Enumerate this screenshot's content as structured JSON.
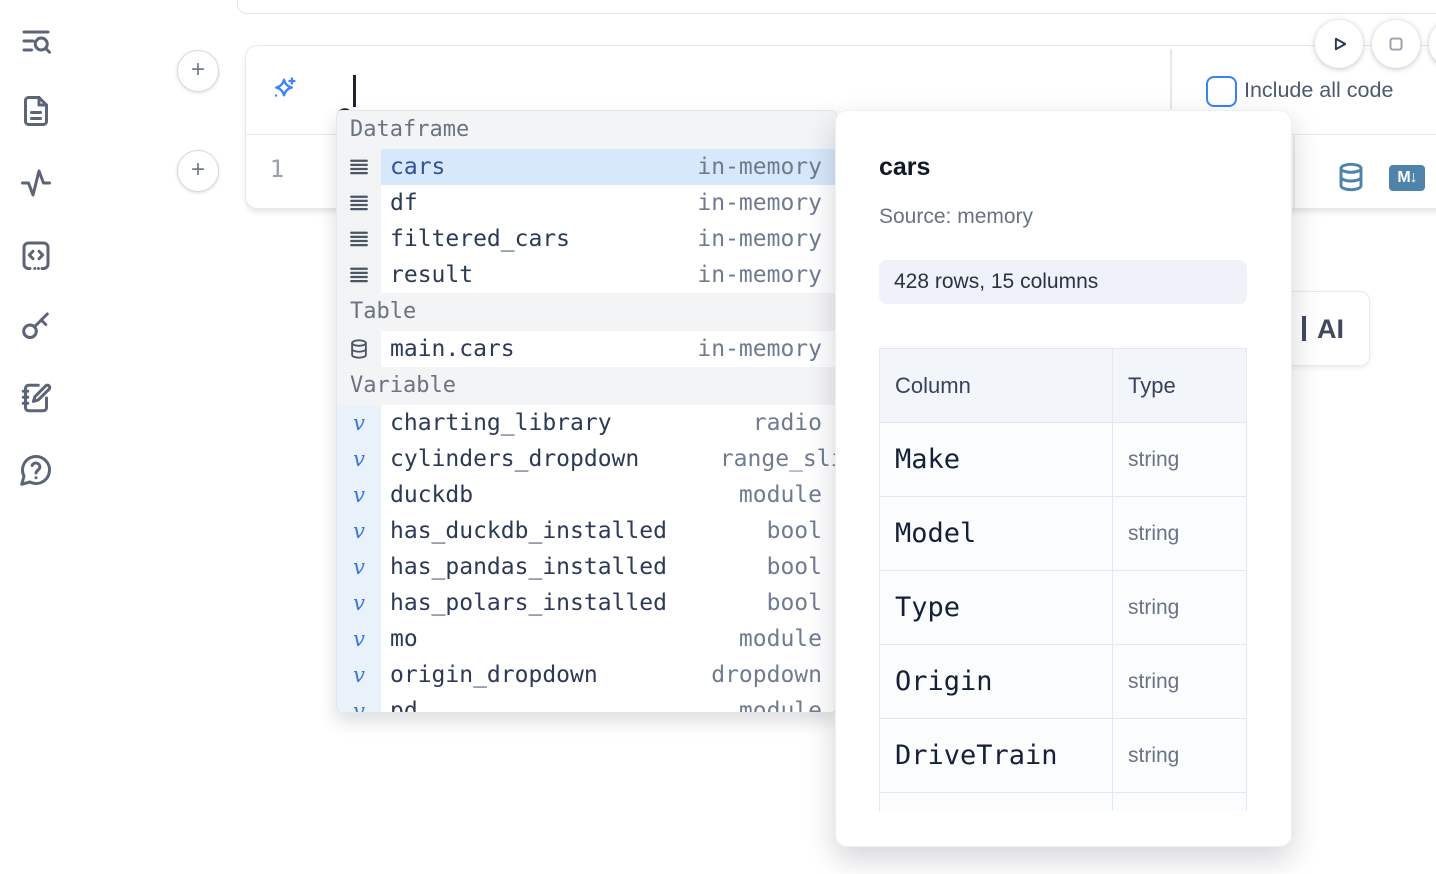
{
  "colors": {
    "accent_blue": "#3b82f6",
    "steel_icon_blue": "#4e84aa",
    "selection_bg": "#d8e8fb",
    "slate_text": "#4b5a6f"
  },
  "sidebar": {
    "items": [
      {
        "id": "search",
        "icon": "list-search-icon"
      },
      {
        "id": "files",
        "icon": "file-text-icon"
      },
      {
        "id": "logs",
        "icon": "activity-icon"
      },
      {
        "id": "snippets",
        "icon": "snippets-icon"
      },
      {
        "id": "secrets",
        "icon": "key-icon"
      },
      {
        "id": "scratchpad",
        "icon": "scratchpad-icon"
      },
      {
        "id": "help",
        "icon": "help-icon"
      }
    ]
  },
  "run_controls": {
    "buttons": [
      {
        "id": "run",
        "icon": "play-icon"
      },
      {
        "id": "stop",
        "icon": "stop-icon"
      },
      {
        "id": "partial",
        "icon": ""
      }
    ]
  },
  "controls": {
    "add_cell_label": "+"
  },
  "prompt_cell": {
    "input": {
      "value": "@",
      "icon": "sparkles-icon"
    },
    "include_all_code_label": "Include all code",
    "code_line_number": "1",
    "actions": {
      "datasource_icon": "database-icon",
      "markdown_badge": "M↓"
    }
  },
  "autocomplete": {
    "rows": [
      {
        "kind": "header",
        "label": "Dataframe"
      },
      {
        "kind": "item",
        "icon": "rows-icon",
        "name": "cars",
        "type": "in-memory",
        "selected": true
      },
      {
        "kind": "item",
        "icon": "rows-icon",
        "name": "df",
        "type": "in-memory"
      },
      {
        "kind": "item",
        "icon": "rows-icon",
        "name": "filtered_cars",
        "type": "in-memory"
      },
      {
        "kind": "item",
        "icon": "rows-icon",
        "name": "result",
        "type": "in-memory"
      },
      {
        "kind": "header",
        "label": "Table"
      },
      {
        "kind": "item",
        "icon": "database-icon",
        "name": "main.cars",
        "type": "in-memory"
      },
      {
        "kind": "header",
        "label": "Variable"
      },
      {
        "kind": "item",
        "icon": "variable-icon",
        "name": "charting_library",
        "type": "radio"
      },
      {
        "kind": "item",
        "icon": "variable-icon",
        "name": "cylinders_dropdown",
        "type": "range_slider",
        "overflow": true
      },
      {
        "kind": "item",
        "icon": "variable-icon",
        "name": "duckdb",
        "type": "module"
      },
      {
        "kind": "item",
        "icon": "variable-icon",
        "name": "has_duckdb_installed",
        "type": "bool"
      },
      {
        "kind": "item",
        "icon": "variable-icon",
        "name": "has_pandas_installed",
        "type": "bool"
      },
      {
        "kind": "item",
        "icon": "variable-icon",
        "name": "has_polars_installed",
        "type": "bool"
      },
      {
        "kind": "item",
        "icon": "variable-icon",
        "name": "mo",
        "type": "module"
      },
      {
        "kind": "item",
        "icon": "variable-icon",
        "name": "origin_dropdown",
        "type": "dropdown"
      },
      {
        "kind": "item",
        "icon": "variable-icon",
        "name": "pd",
        "type": "module"
      }
    ]
  },
  "preview": {
    "title": "cars",
    "source": "Source: memory",
    "shape_badge": "428 rows, 15 columns",
    "table": {
      "headers": [
        "Column",
        "Type"
      ],
      "rows": [
        [
          "Make",
          "string"
        ],
        [
          "Model",
          "string"
        ],
        [
          "Type",
          "string"
        ],
        [
          "Origin",
          "string"
        ],
        [
          "DriveTrain",
          "string"
        ],
        [
          "",
          ""
        ]
      ]
    }
  },
  "ai_button": {
    "label": "AI"
  }
}
